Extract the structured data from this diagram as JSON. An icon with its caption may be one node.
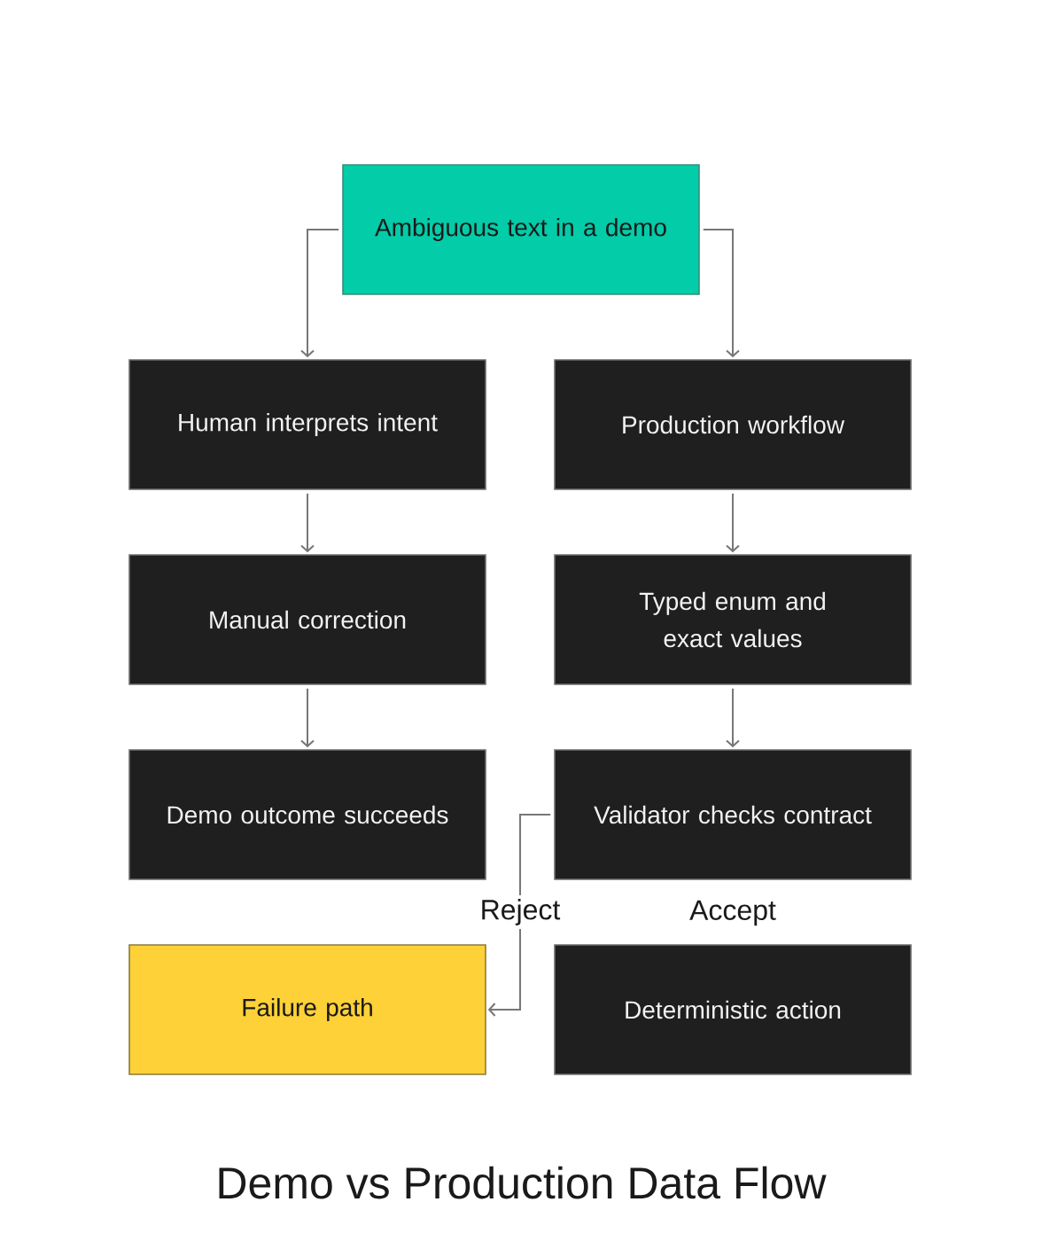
{
  "diagram": {
    "title": "Demo vs Production Data Flow",
    "nodes": [
      {
        "text": [
          "Ambiguous text in a demo"
        ]
      },
      {
        "text": [
          "Human interprets intent"
        ]
      },
      {
        "text": [
          "Production workflow"
        ]
      },
      {
        "text": [
          "Manual correction"
        ]
      },
      {
        "text": [
          "Typed enum and exact values"
        ]
      },
      {
        "text": [
          "Demo outcome succeeds"
        ]
      },
      {
        "text": [
          "Validator checks contract"
        ]
      },
      {
        "text": [
          "Failure path"
        ]
      },
      {
        "text": [
          "Deterministic action"
        ]
      }
    ],
    "edges": [
      {
        "from": 0,
        "to": 1,
        "arrow": "to"
      },
      {
        "from": 0,
        "to": 2,
        "arrow": "to"
      },
      {
        "from": 1,
        "to": 3,
        "arrow": "to"
      },
      {
        "from": 3,
        "to": 5,
        "arrow": "to"
      },
      {
        "from": 2,
        "to": 4,
        "arrow": "to"
      },
      {
        "from": 4,
        "to": 6,
        "arrow": "to"
      },
      {
        "from": 6,
        "to": 7,
        "arrow": "to",
        "label": "Reject"
      }
    ],
    "labels": [
      "Accept"
    ]
  }
}
